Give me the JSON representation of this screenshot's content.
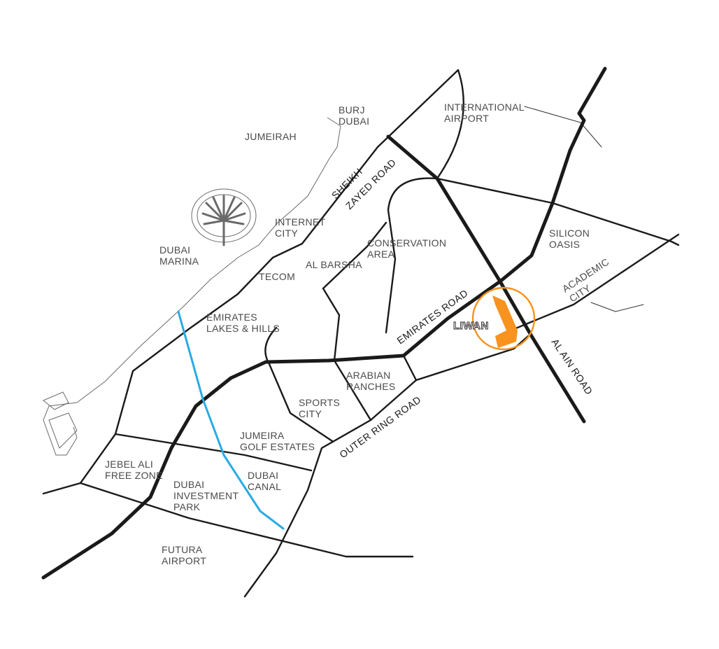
{
  "colors": {
    "accent": "#F7931E",
    "canal": "#29ABE2",
    "road": "#1a1a1a",
    "label": "#4a4a4a"
  },
  "areas": {
    "burj_dubai": [
      "BURJ",
      "DUBAI"
    ],
    "jumeirah": "JUMEIRAH",
    "international_airport": [
      "INTERNATIONAL",
      "AIRPORT"
    ],
    "internet_city": [
      "INTERNET",
      "CITY"
    ],
    "dubai_marina": [
      "DUBAI",
      "MARINA"
    ],
    "conservation_area": [
      "CONSERVATION",
      "AREA"
    ],
    "silicon_oasis": [
      "SILICON",
      "OASIS"
    ],
    "al_barsha": "AL BARSHA",
    "tecom": "TECOM",
    "academic_city": [
      "ACADEMIC",
      "CITY"
    ],
    "emirates_lakes_hills": [
      "EMIRATES",
      "LAKES & HILLS"
    ],
    "arabian_ranches": [
      "ARABIAN",
      "RANCHES"
    ],
    "sports_city": [
      "SPORTS",
      "CITY"
    ],
    "jumeira_golf_estates": [
      "JUMEIRA",
      "GOLF ESTATES"
    ],
    "jebel_ali_free_zone": [
      "JEBEL ALI",
      "FREE ZONE"
    ],
    "dubai_investment_park": [
      "DUBAI",
      "INVESTMENT",
      "PARK"
    ],
    "dubai_canal": [
      "DUBAI",
      "CANAL"
    ],
    "futura_airport": [
      "FUTURA",
      "AIRPORT"
    ]
  },
  "roads": {
    "sheikh_zayed": [
      "SHEIKH",
      "ZAYED ROAD"
    ],
    "emirates_road": "EMIRATES ROAD",
    "al_ain_road": "AL AIN ROAD",
    "outer_ring_road": "OUTER RING ROAD"
  },
  "project": {
    "name": "LIWAN"
  }
}
